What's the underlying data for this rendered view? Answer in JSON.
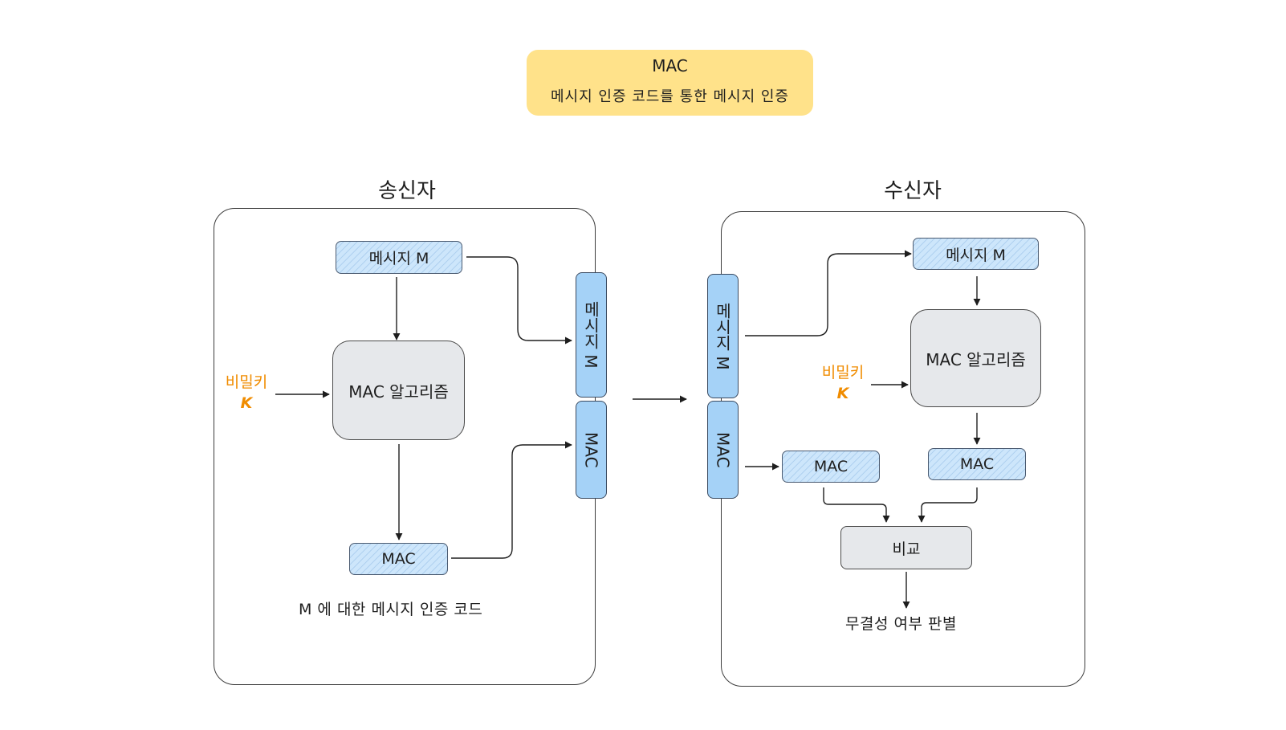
{
  "title": {
    "main": "MAC",
    "subtitle": "메시지 인증 코드를 통한 메시지 인증"
  },
  "sender": {
    "heading": "송신자",
    "message": "메시지 M",
    "algorithm": "MAC 알고리즘",
    "key_label": "비밀키",
    "key_symbol": "K",
    "mac": "MAC",
    "caption": "M 에 대한 메시지 인증 코드"
  },
  "packet_sent": {
    "message": "메시지 M",
    "mac": "MAC"
  },
  "packet_received": {
    "message": "메시지 M",
    "mac": "MAC"
  },
  "receiver": {
    "heading": "수신자",
    "message": "메시지 M",
    "algorithm": "MAC 알고리즘",
    "key_label": "비밀키",
    "key_symbol": "K",
    "received_mac": "MAC",
    "computed_mac": "MAC",
    "compare": "비교",
    "result": "무결성 여부 판별"
  },
  "colors": {
    "title_fill": "#ffe28a",
    "node_fill": "#cde6fb",
    "packet_fill": "#a5d2f7",
    "process_fill": "#e6e8eb",
    "key_text": "#f08c00"
  }
}
